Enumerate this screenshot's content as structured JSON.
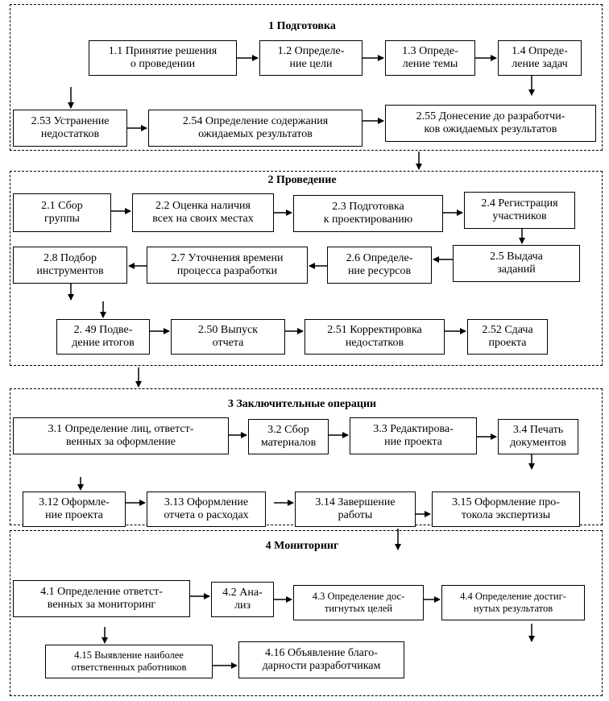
{
  "sections": {
    "s1": {
      "title": "1 Подготовка",
      "steps": {
        "b11": "1.1 Принятие решения\nо проведении",
        "b12": "1.2 Определе-\nние цели",
        "b13": "1.3 Опреде-\nление темы",
        "b14": "1.4 Опреде-\nление задач",
        "b253": "2.53 Устранение\nнедостатков",
        "b254": "2.54 Определение содержания\nожидаемых результатов",
        "b255": "2.55 Донесение до разработчи-\nков ожидаемых результатов"
      }
    },
    "s2": {
      "title": "2 Проведение",
      "steps": {
        "b21": "2.1 Сбор\nгруппы",
        "b22": "2.2 Оценка наличия\nвсех на своих местах",
        "b23": "2.3 Подготовка\nк проектированию",
        "b24": "2.4 Регистрация\nучастников",
        "b28": "2.8 Подбор\nинструментов",
        "b27": "2.7 Уточнения времени\nпроцесса разработки",
        "b26": "2.6 Определе-\nние ресурсов",
        "b25": "2.5 Выдача\nзаданий",
        "b249": "2. 49 Подве-\nдение итогов",
        "b250": "2.50 Выпуск\nотчета",
        "b251": "2.51 Корректировка\nнедостатков",
        "b252": "2.52 Сдача\nпроекта"
      }
    },
    "s3": {
      "title": "3 Заключительные операции",
      "steps": {
        "b31": "3.1 Определение лиц, ответст-\nвенных за оформление",
        "b32": "3.2 Сбор\nматериалов",
        "b33": "3.3 Редактирова-\nние проекта",
        "b34": "3.4 Печать\nдокументов",
        "b312": "3.12 Оформле-\nние проекта",
        "b313": "3.13 Оформление\nотчета о расходах",
        "b314": "3.14 Завершение\nработы",
        "b315": "3.15 Оформление про-\nтокола экспертизы"
      }
    },
    "s4": {
      "title": "4 Мониторинг",
      "steps": {
        "b41": "4.1 Определение ответст-\nвенных за мониторинг",
        "b42": "4.2 Ана-\nлиз",
        "b43": "4.3 Определение дос-\nтигнутых целей",
        "b44": "4.4 Определение достиг-\nнутых результатов",
        "b415": "4.15 Выявление наиболее\nответственных работников",
        "b416": "4.16 Объявление благо-\nдарности разработчикам"
      }
    }
  }
}
